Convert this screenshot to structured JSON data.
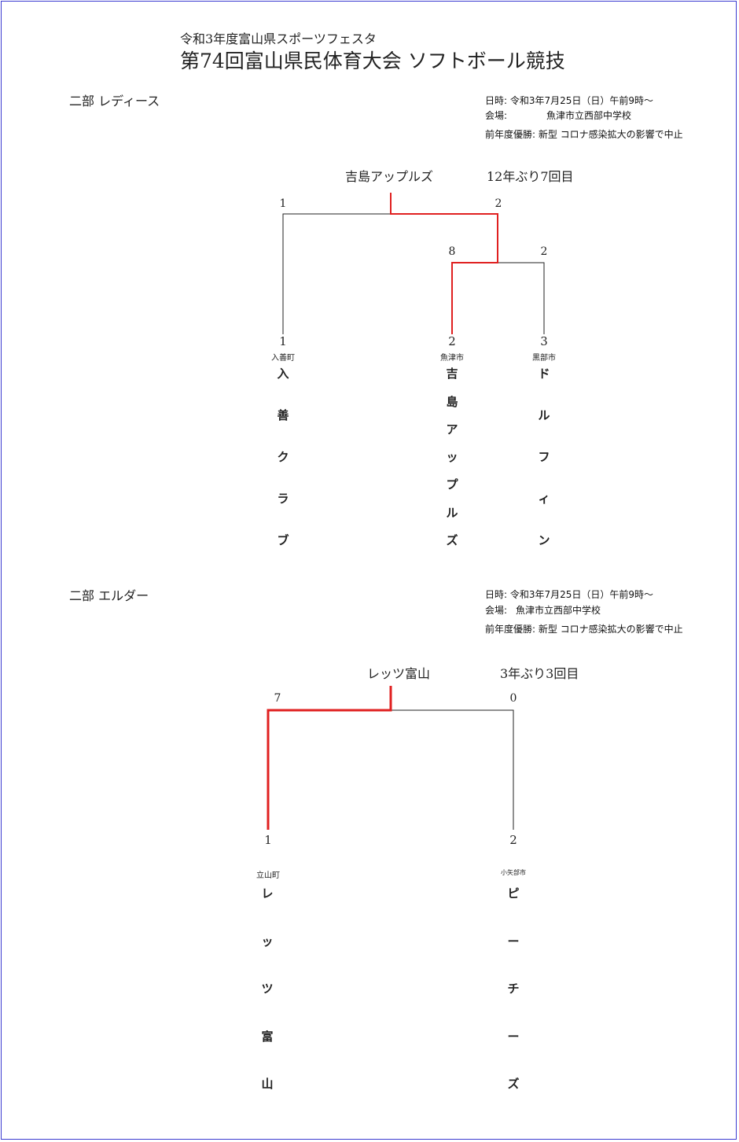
{
  "title": {
    "sub": "令和3年度富山県スポーツフェスタ",
    "main": "第74回富山県民体育大会  ソフトボール競技"
  },
  "ladies": {
    "section": "二部  レディース",
    "info": {
      "date": "日時: 令和3年7月25日（日）午前9時～",
      "venue_label": "会場:",
      "venue": "魚津市立西部中学校",
      "prev": "前年度優勝: 新型 コロナ感染拡大の影響で中止"
    },
    "champion": "吉島アップルズ",
    "champion_note": "12年ぶり7回目",
    "scores": {
      "final_left": "1",
      "final_right": "2",
      "semi_left": "8",
      "semi_right": "2"
    },
    "teams": [
      {
        "seed": "1",
        "town": "入善町",
        "name": [
          "入",
          "善",
          "ク",
          "ラ",
          "ブ"
        ]
      },
      {
        "seed": "2",
        "town": "魚津市",
        "name": [
          "吉",
          "島",
          "ア",
          "ッ",
          "プ",
          "ル",
          "ズ"
        ]
      },
      {
        "seed": "3",
        "town": "黒部市",
        "name": [
          "ド",
          "ル",
          "フ",
          "ィ",
          "ン"
        ]
      }
    ]
  },
  "elder": {
    "section": "二部  エルダー",
    "info": {
      "date": "日時: 令和3年7月25日（日）午前9時～",
      "venue_label": "会場:",
      "venue": "魚津市立西部中学校",
      "prev": "前年度優勝: 新型 コロナ感染拡大の影響で中止"
    },
    "champion": "レッツ富山",
    "champion_note": "3年ぶり3回目",
    "scores": {
      "final_left": "7",
      "final_right": "0"
    },
    "teams": [
      {
        "seed": "1",
        "town": "立山町",
        "name": [
          "レ",
          "ッ",
          "ツ",
          "富",
          "山"
        ]
      },
      {
        "seed": "2",
        "town": "小矢部市",
        "name": [
          "ピ",
          "ー",
          "チ",
          "ー",
          "ズ"
        ]
      }
    ]
  },
  "colors": {
    "winner_line": "#e02020",
    "line": "#222222",
    "frame": "#3a3ad0"
  }
}
